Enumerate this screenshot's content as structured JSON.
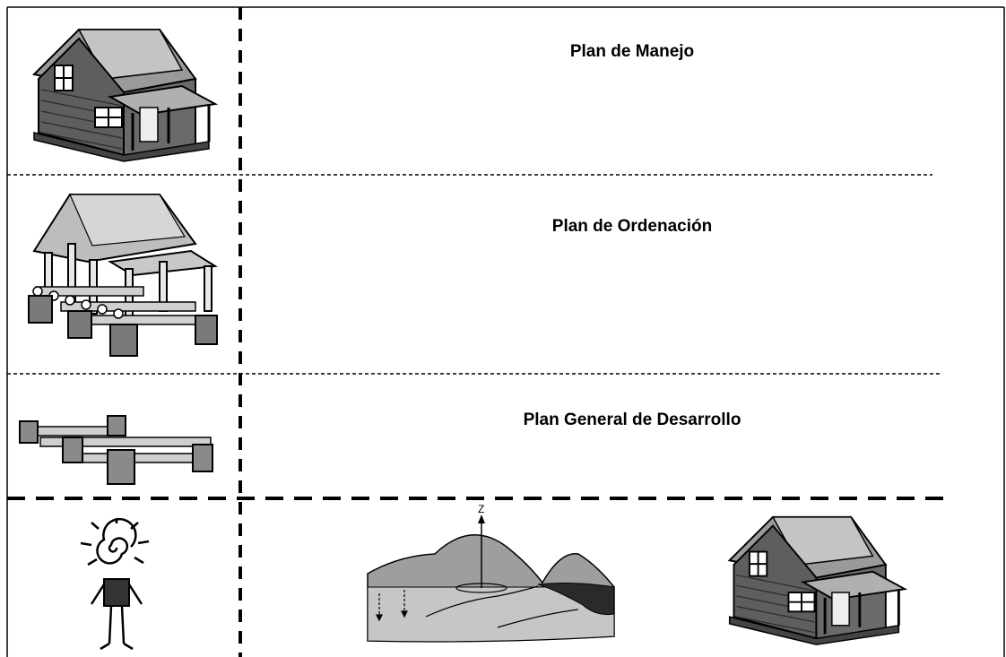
{
  "rows": [
    {
      "title": "Plan de Manejo",
      "icon": "finished-cabin-icon"
    },
    {
      "title": "Plan de Ordenación",
      "icon": "cabin-frame-icon"
    },
    {
      "title": "Plan General de Desarrollo",
      "icon": "cabin-foundation-icon"
    }
  ],
  "bottom_row": {
    "icons": [
      "spiral-head-person-icon",
      "landscape-axis-icon",
      "finished-cabin-icon"
    ],
    "axis_label": "Z"
  },
  "colors": {
    "line": "#000000",
    "roof": "#b8b8b8",
    "wall": "#6a6a6a",
    "ground": "#c8c8c8",
    "water": "#2a2a2a"
  }
}
